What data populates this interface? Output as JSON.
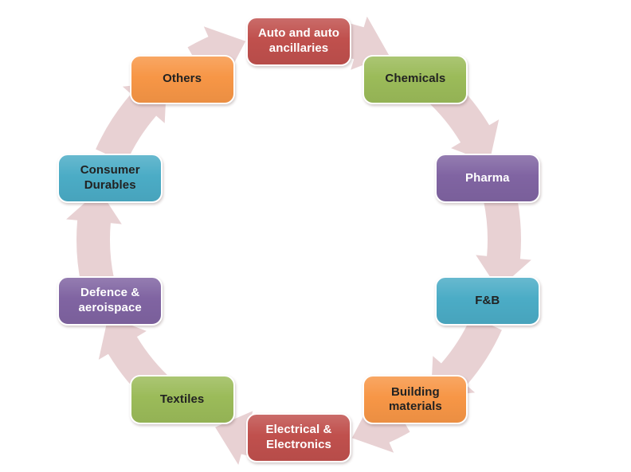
{
  "diagram": {
    "kind": "cycle",
    "direction": "clockwise",
    "arrow_color": "#E8D1D3",
    "nodes": [
      {
        "label": "Auto and auto ancillaries",
        "color": "#C0504D",
        "text_color": "#FFFFFF"
      },
      {
        "label": "Chemicals",
        "color": "#9BBB59",
        "text_color": "#222222"
      },
      {
        "label": "Pharma",
        "color": "#8064A2",
        "text_color": "#FFFFFF"
      },
      {
        "label": "F&B",
        "color": "#4BACC6",
        "text_color": "#222222"
      },
      {
        "label": "Building materials",
        "color": "#F79646",
        "text_color": "#222222"
      },
      {
        "label": "Electrical & Electronics",
        "color": "#C0504D",
        "text_color": "#FFFFFF"
      },
      {
        "label": "Textiles",
        "color": "#9BBB59",
        "text_color": "#222222"
      },
      {
        "label": "Defence & aeroispace",
        "color": "#8064A2",
        "text_color": "#FFFFFF"
      },
      {
        "label": "Consumer Durables",
        "color": "#4BACC6",
        "text_color": "#222222"
      },
      {
        "label": "Others",
        "color": "#F79646",
        "text_color": "#222222"
      }
    ]
  }
}
